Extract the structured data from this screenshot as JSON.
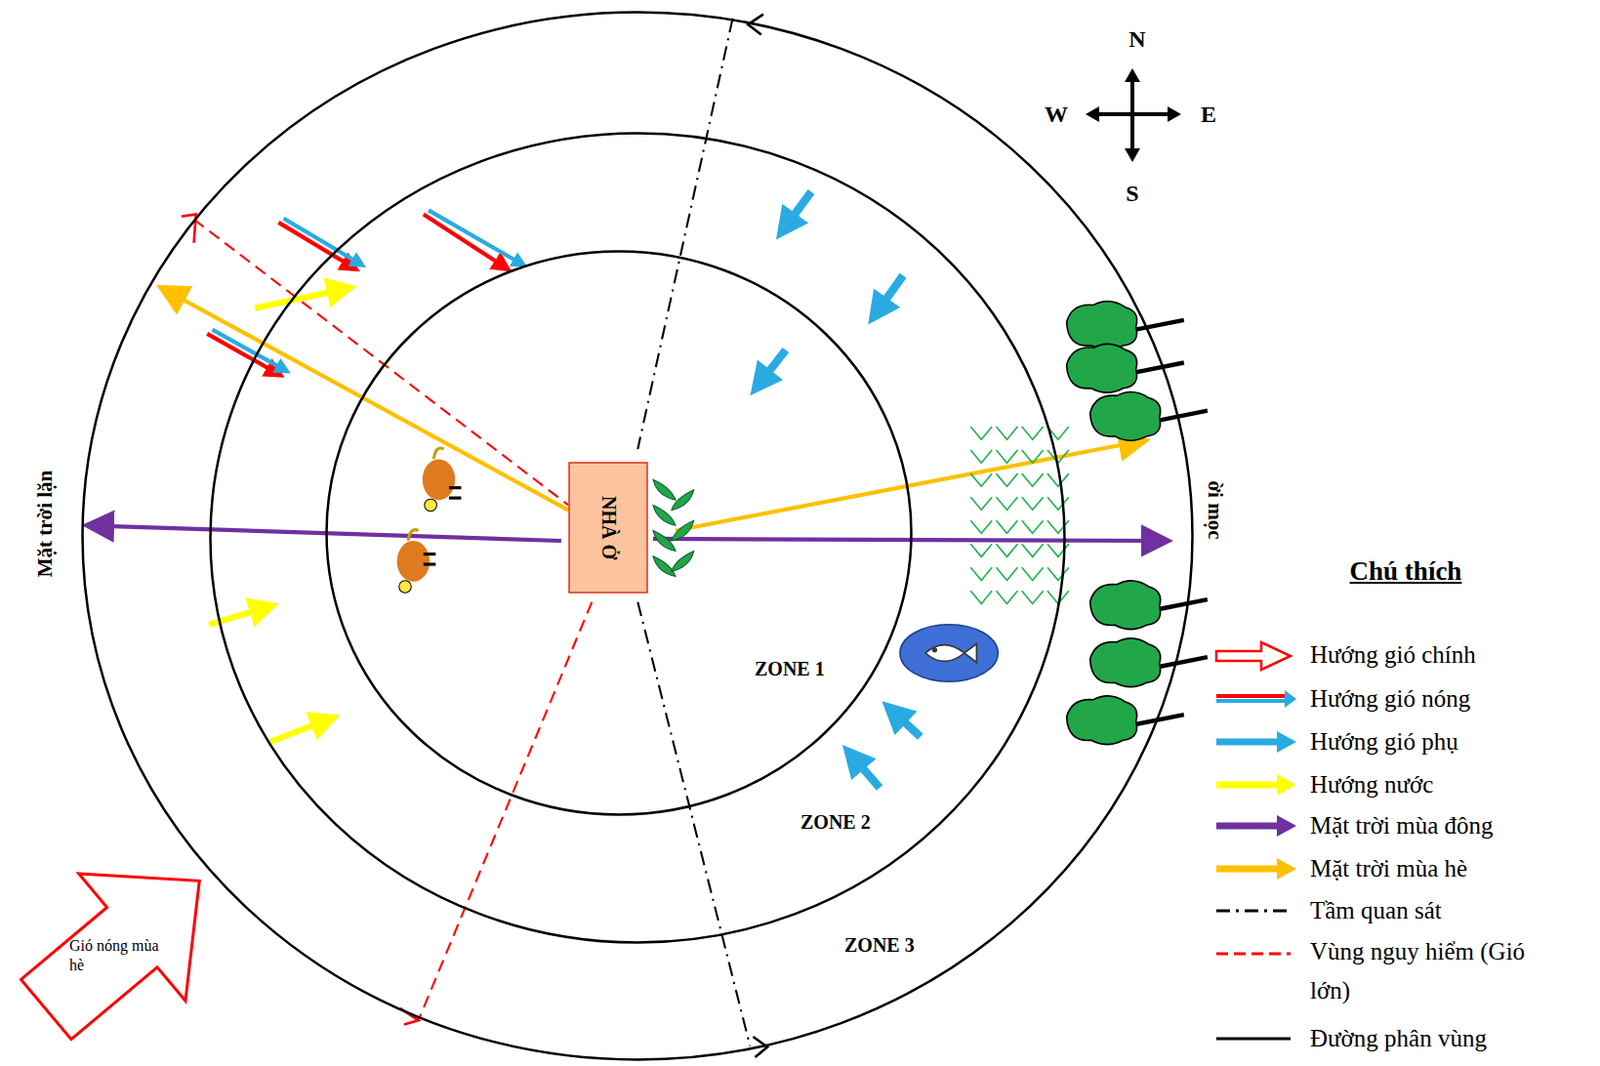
{
  "diagram": {
    "nodes": [
      {
        "text": [
          "ZONE 3"
        ]
      },
      {
        "text": [
          "ZONE 2"
        ],
        "in": 0
      },
      {
        "text": [
          "ZONE 1"
        ],
        "in": 1
      },
      {
        "text": [
          "NHÀ Ở"
        ],
        "in": 2
      },
      {
        "text": [
          "Gió nóng mùa hè"
        ]
      }
    ],
    "labels": [
      "N",
      "W",
      "E",
      "S",
      "Mặt trời lặn",
      "ời mọc",
      "Chú thích"
    ],
    "legend": [
      {
        "text": "Hướng gió chính"
      },
      {
        "text": "Hướng gió nóng"
      },
      {
        "text": "Hướng gió phụ",
        "color": "#29abe2"
      },
      {
        "text": "Hướng nước",
        "color": "#ffff00"
      },
      {
        "text": "Mặt trời mùa đông",
        "color": "#7030a0"
      },
      {
        "text": "Mặt trời mùa hè",
        "color": "#ffc000"
      },
      {
        "text": "Tầm quan sát"
      },
      {
        "text": "Vùng nguy hiểm (Gió lớn)"
      },
      {
        "text": "Đường phân vùng"
      }
    ]
  }
}
